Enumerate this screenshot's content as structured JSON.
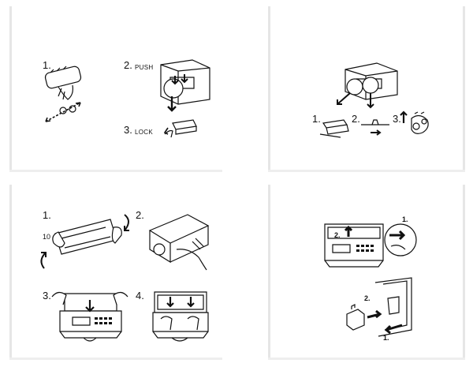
{
  "panel_1": {
    "step_1": "1.",
    "step_2": "2.",
    "step_2_action": "PUSH",
    "step_3": "3.",
    "step_3_action": "LOCK"
  },
  "panel_2": {
    "step_1": "1.",
    "step_2": "2.",
    "step_3": "3."
  },
  "panel_3": {
    "step_1": "1.",
    "step_2": "2.",
    "step_3": "3.",
    "step_4": "4.",
    "rotation_count": "10"
  },
  "panel_4": {
    "callout_1_upper": "1.",
    "callout_2_upper": "2.",
    "callout_2_lower": "2.",
    "callout_1_lower": "1."
  }
}
